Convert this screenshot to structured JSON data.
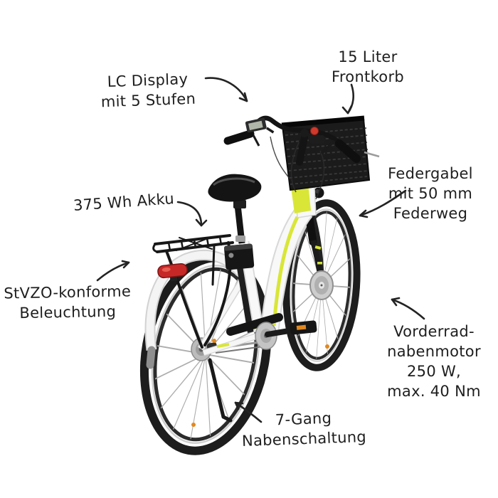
{
  "annotations": {
    "lc_display": {
      "line1": "LC Display",
      "line2": "mit 5 Stufen"
    },
    "frontkorb": {
      "line1": "15 Liter",
      "line2": "Frontkorb"
    },
    "federgabel": {
      "line1": "Federgabel",
      "line2": "mit 50 mm",
      "line3": "Federweg"
    },
    "akku": {
      "line1": "375 Wh Akku"
    },
    "beleuchtung": {
      "line1": "StVZO-konforme",
      "line2": "Beleuchtung"
    },
    "nabenmotor": {
      "line1": "Vorderrad-",
      "line2": "nabenmotor",
      "line3": "250 W,",
      "line4": "max. 40 Nm"
    },
    "nabenschaltung": {
      "line1": "7-Gang",
      "line2": "Nabenschaltung"
    }
  },
  "colors": {
    "background": "#ffffff",
    "ink": "#1e1e1e",
    "frame_white": "#f8f8f8",
    "frame_accent_neon": "#d9e637",
    "tire_black": "#1d1d1d",
    "metal_silver": "#bdbdbd",
    "tail_light_red": "#c62828",
    "bell_red": "#cf3a2c",
    "reflector_orange": "#e2891f"
  }
}
